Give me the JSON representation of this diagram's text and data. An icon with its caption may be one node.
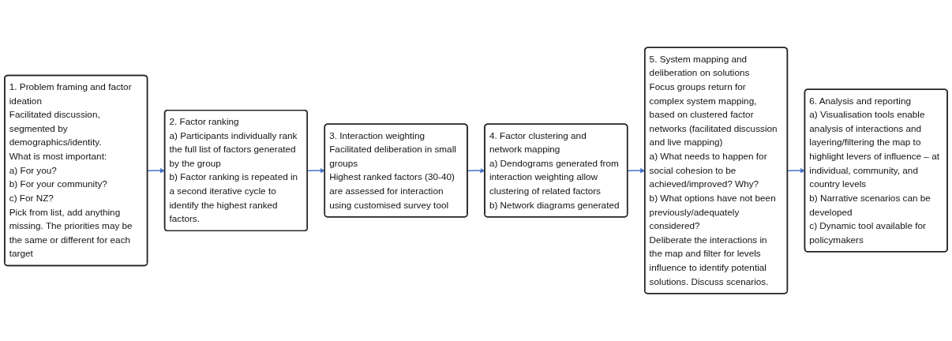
{
  "diagram": {
    "nodes": [
      {
        "text": [
          "1. Problem framing and factor ideation",
          "Facilitated discussion, segmented by demographics/identity.",
          "What is most important:",
          "a) For you?",
          "b) For your community?",
          "c) For NZ?",
          "Pick from list, add anything missing. The priorities may be the same or different for each target"
        ]
      },
      {
        "text": [
          "2. Factor ranking",
          "a) Participants individually rank the full list of factors generated by the group",
          "b) Factor ranking is repeated in a second iterative cycle to identify the highest ranked factors."
        ]
      },
      {
        "text": [
          "3. Interaction weighting",
          "Facilitated deliberation in small groups",
          "Highest ranked factors (30-40) are assessed for interaction using customised survey tool"
        ]
      },
      {
        "text": [
          "4. Factor clustering and network mapping",
          "a) Dendograms generated from interaction weighting allow clustering of related factors",
          "b) Network diagrams generated"
        ]
      },
      {
        "text": [
          "5. System mapping and deliberation on solutions",
          "Focus groups return for complex system mapping, based on clustered factor networks (facilitated discussion and live mapping)",
          "a) What needs to happen for social cohesion to be achieved/improved? Why?",
          "b) What options have not been previously/adequately considered?",
          "Deliberate the interactions in the map and filter for levels influence to identify potential solutions. Discuss scenarios."
        ]
      },
      {
        "text": [
          "6. Analysis and reporting",
          "a) Visualisation tools enable analysis of interactions and layering/filtering the map to highlight levers of influence – at individual, community, and country levels",
          "b) Narrative scenarios can be developed",
          "c) Dynamic tool available for policymakers"
        ]
      }
    ],
    "edges": [
      {
        "from": 0,
        "to": 1,
        "arrow": "to"
      },
      {
        "from": 1,
        "to": 2,
        "arrow": "to"
      },
      {
        "from": 2,
        "to": 3,
        "arrow": "to"
      },
      {
        "from": 3,
        "to": 4,
        "arrow": "to"
      },
      {
        "from": 4,
        "to": 5,
        "arrow": "to"
      }
    ]
  }
}
